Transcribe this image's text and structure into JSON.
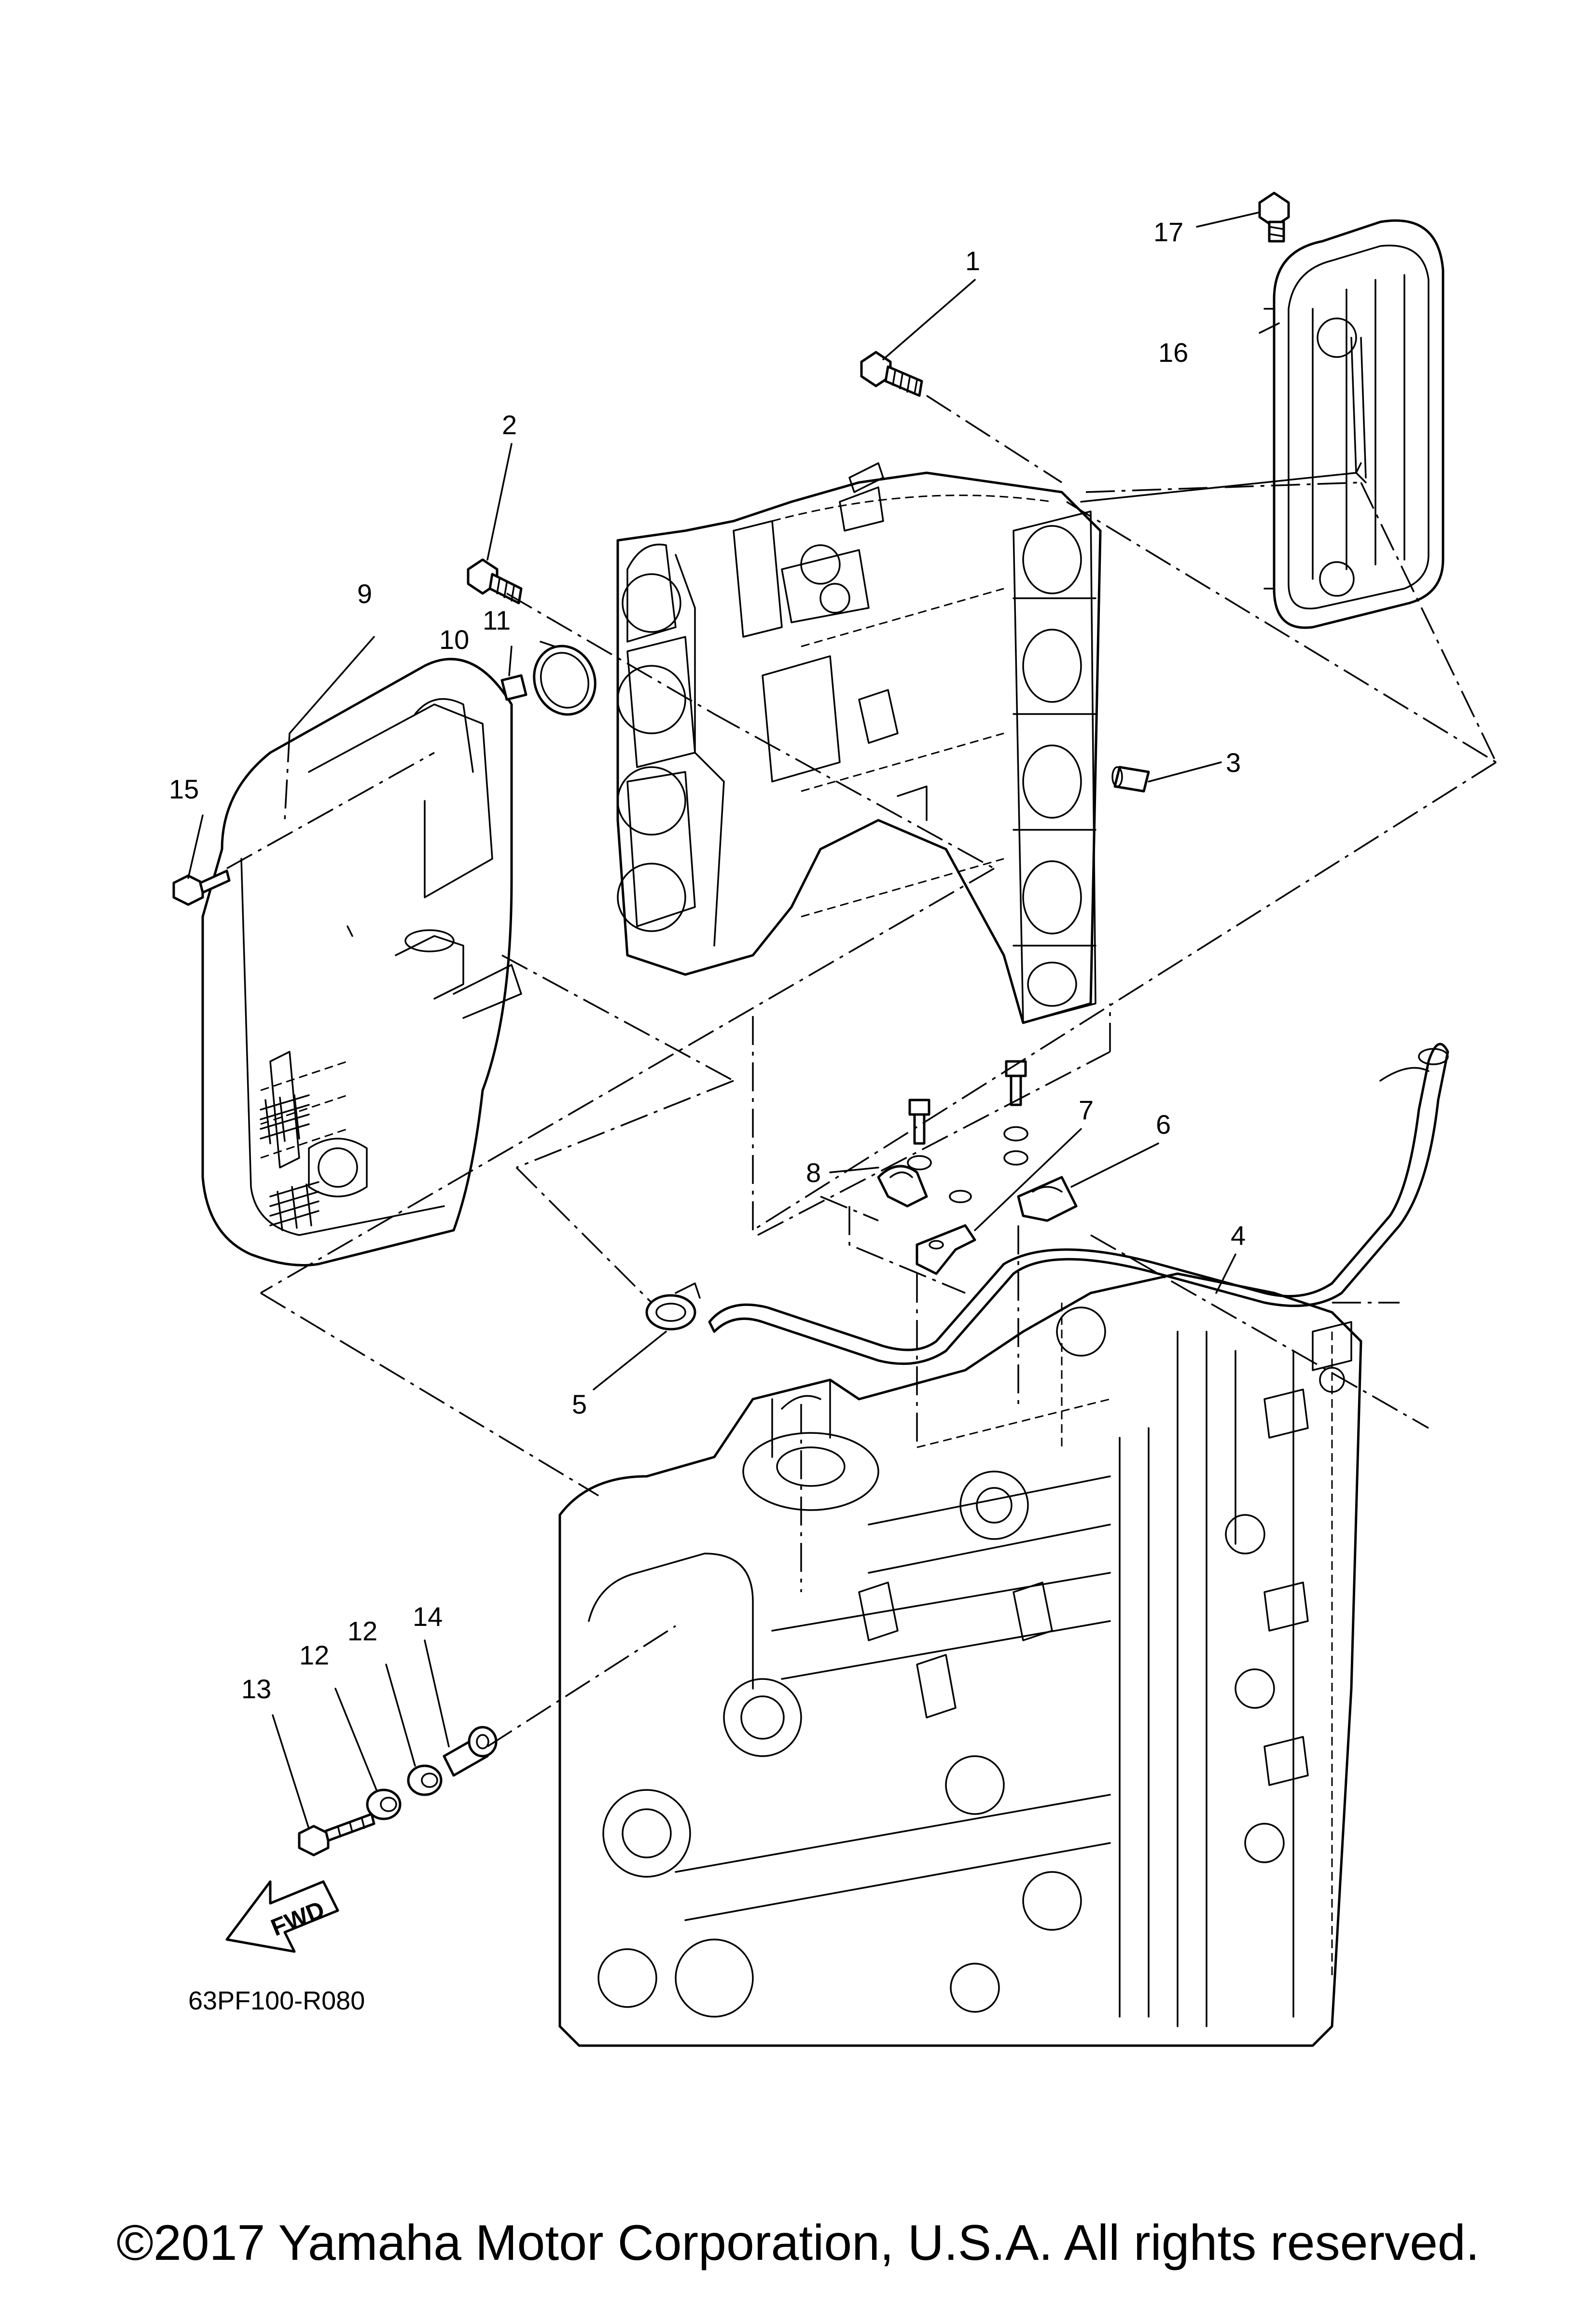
{
  "callouts": [
    {
      "num": "1"
    },
    {
      "num": "2"
    },
    {
      "num": "3"
    },
    {
      "num": "4"
    },
    {
      "num": "5"
    },
    {
      "num": "6"
    },
    {
      "num": "7"
    },
    {
      "num": "8"
    },
    {
      "num": "9"
    },
    {
      "num": "10"
    },
    {
      "num": "11"
    },
    {
      "num": "12"
    },
    {
      "num": "12"
    },
    {
      "num": "13"
    },
    {
      "num": "14"
    },
    {
      "num": "15"
    },
    {
      "num": "16"
    },
    {
      "num": "17"
    }
  ],
  "fwd_label": "FWD",
  "diagram_code": "63PF100-R080",
  "copyright": "©2017 Yamaha Motor Corporation, U.S.A. All rights reserved."
}
